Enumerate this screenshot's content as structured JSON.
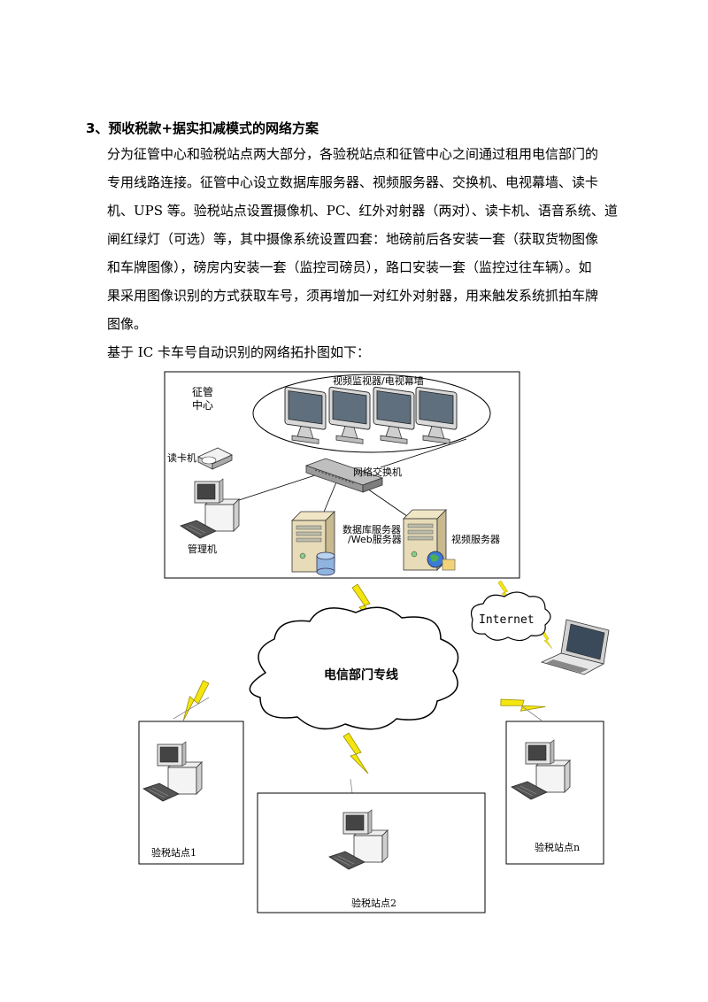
{
  "heading": "3、预收税款+据实扣减模式的网络方案",
  "paragraph1_lines": [
    "分为征管中心和验税站点两大部分，各验税站点和征管中心之间通过租用电信部门的",
    "专用线路连接。征管中心设立数据库服务器、视频服务器、交换机、电视幕墙、读卡",
    "机、UPS 等。验税站点设置摄像机、PC、红外对射器（两对）、读卡机、语音系统、道",
    "闸红绿灯（可选）等，其中摄像系统设置四套：地磅前后各安装一套（获取货物图像",
    "和车牌图像），磅房内安装一套（监控司磅员），路口安装一套（监控过往车辆）。如",
    "果采用图像识别的方式获取车号，须再增加一对红外对射器，用来触发系统抓拍车牌",
    "图像。"
  ],
  "paragraph2": "基于 IC 卡车号自动识别的网络拓扑图如下：",
  "diagram": {
    "center_label_line1": "征管",
    "center_label_line2": "中心",
    "monitors_label": "视频监视器/电视幕墙",
    "card_reader_label": "读卡机",
    "switch_label": "网络交换机",
    "admin_pc_label": "管理机",
    "db_server_label_line1": "数据库服务器",
    "db_server_label_line2": "/Web服务器",
    "video_server_label": "视频服务器",
    "internet_label": "Internet",
    "telecom_label": "电信部门专线",
    "station1_label": "验税站点1",
    "station2_label": "验税站点2",
    "stationn_label": "验税站点n",
    "colors": {
      "lightning": "#f5e50f",
      "lightning_stroke": "#9a8f00",
      "server": "#e8dcb8"
    }
  }
}
